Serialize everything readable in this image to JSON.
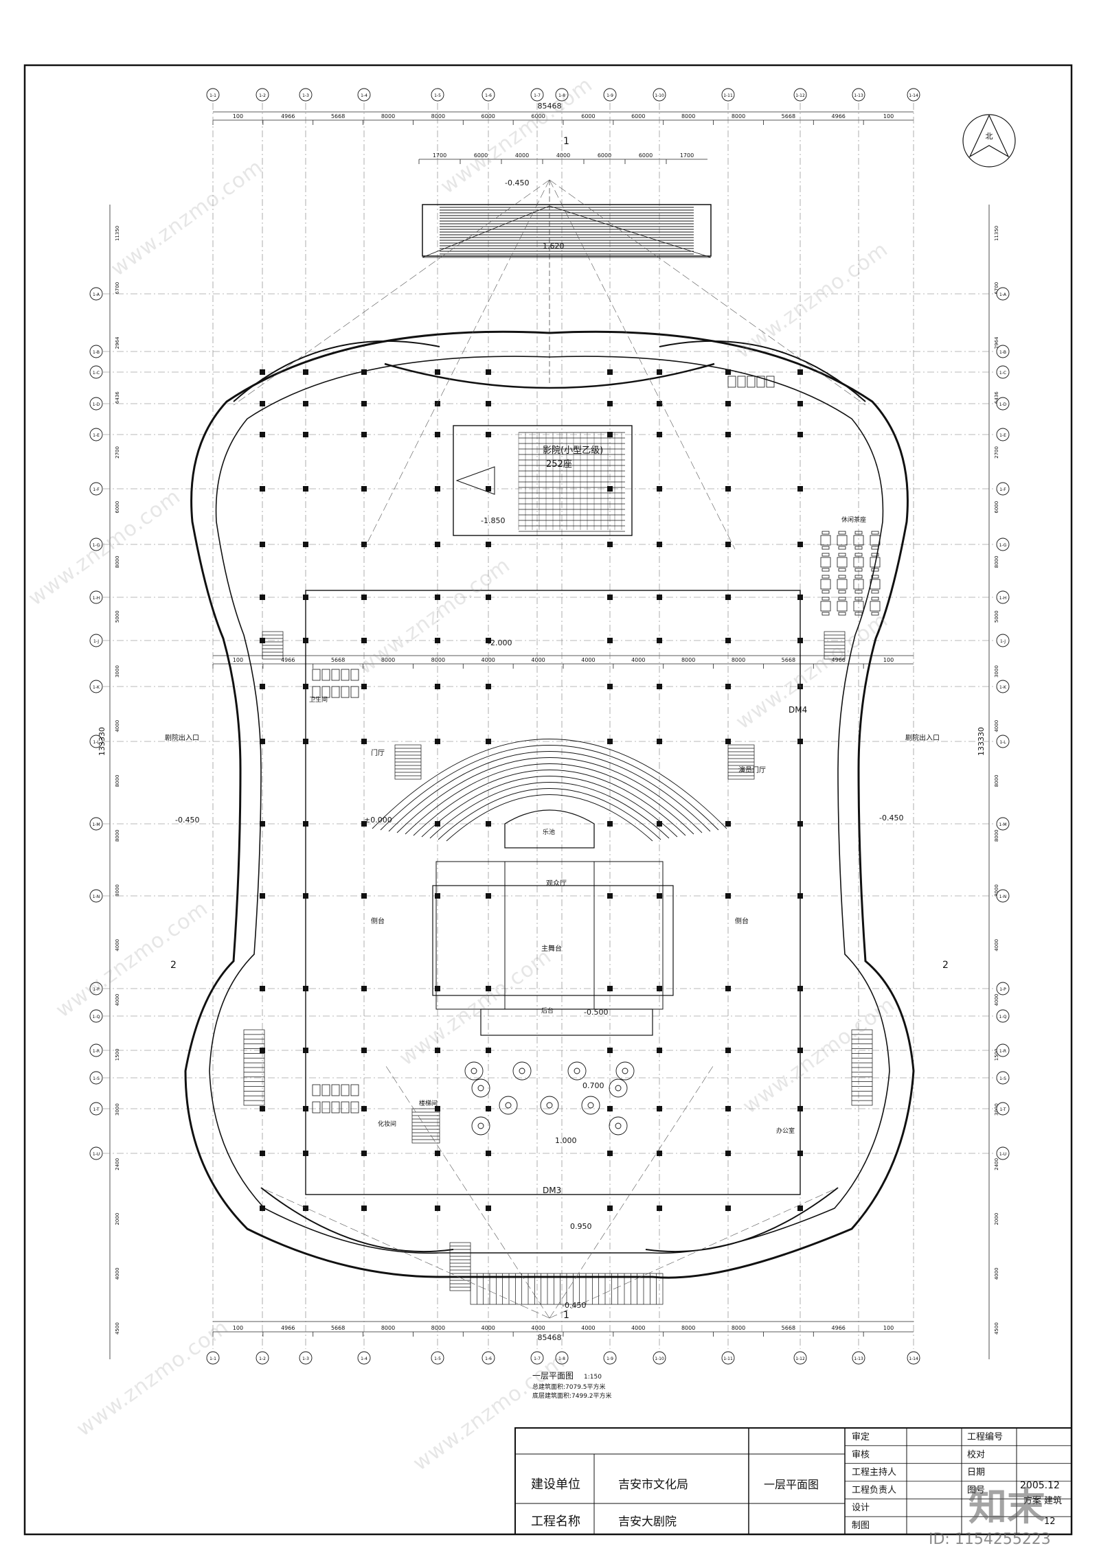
{
  "drawing": {
    "title": "一层平面图",
    "scale": "1:150",
    "area_note_1": "总建筑面积:7079.5平方米",
    "area_note_2": "底层建筑面积:7499.2平方米"
  },
  "dimensions": {
    "total_width": "85468",
    "top_row": [
      "100",
      "4966",
      "5668",
      "8000",
      "8000",
      "6000",
      "6000",
      "6000",
      "6000",
      "8000",
      "8000",
      "5668",
      "4966",
      "100"
    ],
    "upper_row": [
      "1700",
      "6000",
      "4000",
      "4000",
      "6000",
      "6000",
      "1700"
    ],
    "left_col": [
      "11350",
      "6700",
      "2964",
      "6436",
      "2700",
      "6000",
      "8000",
      "5000",
      "3000",
      "4000",
      "8000",
      "8000",
      "8000",
      "4000",
      "4000",
      "1500",
      "3000",
      "2400",
      "2000",
      "4000",
      "4500"
    ],
    "total_height": "133330",
    "bottom_row": [
      "100",
      "4966",
      "5668",
      "8000",
      "8000",
      "4000",
      "4000",
      "4000",
      "4000",
      "8000",
      "8000",
      "5668",
      "4966",
      "100"
    ]
  },
  "axes": {
    "columns": [
      "1-1",
      "1-2",
      "1-3",
      "1-4",
      "1-5",
      "1-6",
      "1-7",
      "1-8",
      "1-9",
      "1-10",
      "1-11",
      "1-12",
      "1-13",
      "1-14"
    ],
    "rows": [
      "1-A",
      "1-B",
      "1-C",
      "1-D",
      "1-E",
      "1-F",
      "1-G",
      "1-H",
      "1-J",
      "1-K",
      "1-L",
      "1-M",
      "1-N",
      "1-P",
      "1-Q",
      "1-R",
      "1-S",
      "1-T",
      "1-U"
    ]
  },
  "rooms": {
    "cinema": "影院(小型乙级)",
    "cinema_seats": "252座",
    "main_hall_label": "观众厅",
    "stage": "主舞台",
    "side_stage": "侧台",
    "lobby": "门厅",
    "small_lobby": "演员门厅",
    "entrance_left": "剧院出入口",
    "entrance_right": "剧院出入口",
    "dining": "休闲茶座",
    "orchestra": "乐池",
    "backstage": "后台",
    "stair_room": "楼梯间",
    "dressing": "化妆间",
    "toilet": "卫生间",
    "office": "办公室",
    "dm3": "DM3",
    "dm4": "DM4"
  },
  "levels": {
    "outside": "-0.450",
    "outside_right": "-0.450",
    "lobby": "±0.000",
    "cinema_top": "1.620",
    "orch_pit": "-2.000",
    "stage_pit": "-1.850",
    "stage": "1.000",
    "back_level": "0.700",
    "south_step": "0.950",
    "south_outside": "-0.450",
    "top_level": "-0.450",
    "backstage_pit": "-0.500"
  },
  "section_marks": {
    "section_1_top": "1",
    "section_1_bottom": "1",
    "section_2_left": "2",
    "section_2_right": "2"
  },
  "north": {
    "label": "北"
  },
  "title_block": {
    "client_label": "建设单位",
    "client_value": "吉安市文化局",
    "project_label": "工程名称",
    "project_value": "吉安大剧院",
    "drawing_name": "一层平面图",
    "sign_labels": [
      "审定",
      "审核",
      "工程主持人",
      "工程负责人",
      "设计",
      "制图"
    ],
    "right_labels": [
      "工程编号",
      "校对",
      "日期",
      "图号"
    ],
    "date_value": "2005.12",
    "stage_value": "方案",
    "discipline": "建筑",
    "sheet_no": "12"
  },
  "watermark": {
    "brand": "知末",
    "site": "www.znzmo.com",
    "id": "ID: 1154255223"
  }
}
